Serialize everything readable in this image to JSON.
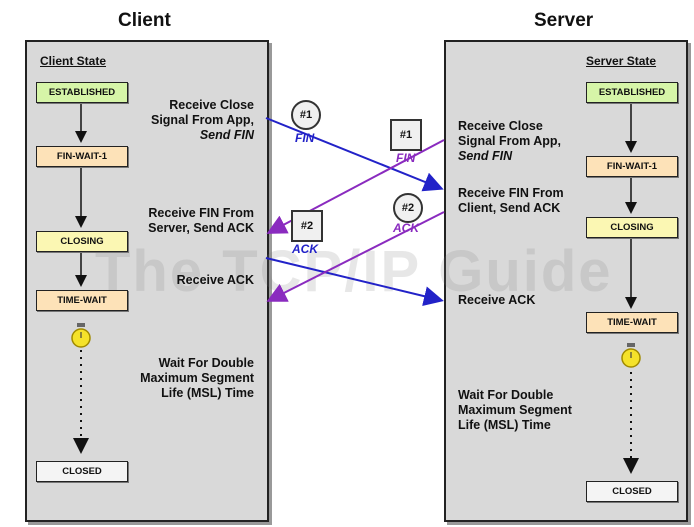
{
  "headers": {
    "client": "Client",
    "server": "Server"
  },
  "client": {
    "state_heading": "Client State",
    "states": [
      "ESTABLISHED",
      "FIN-WAIT-1",
      "CLOSING",
      "TIME-WAIT",
      "CLOSED"
    ],
    "events": {
      "send_fin": [
        "Receive Close",
        "Signal From App,",
        "Send FIN"
      ],
      "recv_fin": [
        "Receive FIN From",
        "Server, Send ACK"
      ],
      "recv_ack": "Receive ACK",
      "wait": [
        "Wait For Double",
        "Maximum Segment",
        "Life (MSL) Time"
      ]
    }
  },
  "server": {
    "state_heading": "Server State",
    "states": [
      "ESTABLISHED",
      "FIN-WAIT-1",
      "CLOSING",
      "TIME-WAIT",
      "CLOSED"
    ],
    "events": {
      "send_fin": [
        "Receive Close",
        "Signal From App,",
        "Send FIN"
      ],
      "recv_fin": [
        "Receive FIN From",
        "Client, Send ACK"
      ],
      "recv_ack": "Receive ACK",
      "wait": [
        "Wait For Double",
        "Maximum Segment",
        "Life (MSL) Time"
      ]
    }
  },
  "messages": {
    "client_fin": {
      "number": "#1",
      "label": "FIN"
    },
    "client_ack": {
      "number": "#2",
      "label": "ACK"
    },
    "server_fin": {
      "number": "#1",
      "label": "FIN"
    },
    "server_ack": {
      "number": "#2",
      "label": "ACK"
    }
  },
  "watermark": "The TCP/IP Guide",
  "colors": {
    "client_messages": "#2222c8",
    "server_messages": "#8a2bbf",
    "panel": "#d9d9d9"
  },
  "icons": [
    "stopwatch-icon"
  ]
}
